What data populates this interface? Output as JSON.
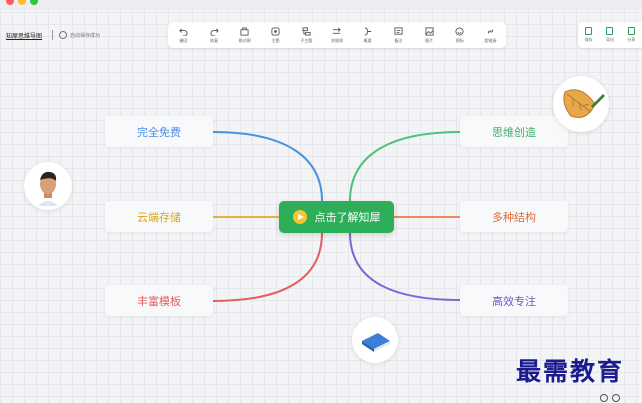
{
  "document": {
    "title": "知犀思维导图",
    "save_status": "自动保存成功"
  },
  "toolbar": [
    {
      "label": "撤回",
      "icon": "undo-icon"
    },
    {
      "label": "恢复",
      "icon": "redo-icon"
    },
    {
      "label": "格式刷",
      "icon": "format-brush-icon"
    },
    {
      "label": "主题",
      "icon": "theme-icon"
    },
    {
      "label": "子主题",
      "icon": "subtopic-icon"
    },
    {
      "label": "关联线",
      "icon": "relation-line-icon"
    },
    {
      "label": "概要",
      "icon": "summary-icon"
    },
    {
      "label": "备注",
      "icon": "note-icon"
    },
    {
      "label": "图片",
      "icon": "image-icon"
    },
    {
      "label": "图标",
      "icon": "emoji-icon"
    },
    {
      "label": "超链接",
      "icon": "link-icon"
    }
  ],
  "right_toolbar": [
    {
      "label": "保存",
      "icon": "save-icon"
    },
    {
      "label": "导出",
      "icon": "export-icon"
    },
    {
      "label": "分享",
      "icon": "share-icon"
    }
  ],
  "mindmap": {
    "center": "点击了解知犀",
    "left_nodes": [
      {
        "label": "完全免费",
        "color": "#4a90e2"
      },
      {
        "label": "云端存储",
        "color": "#e3b341"
      },
      {
        "label": "丰富模板",
        "color": "#e06060"
      }
    ],
    "right_nodes": [
      {
        "label": "思维创造",
        "color": "#4cc27a"
      },
      {
        "label": "多种结构",
        "color": "#e98a5c"
      },
      {
        "label": "高效专注",
        "color": "#7b68d6"
      }
    ],
    "center_color": "#2fae5a"
  },
  "watermark": "最需教育"
}
